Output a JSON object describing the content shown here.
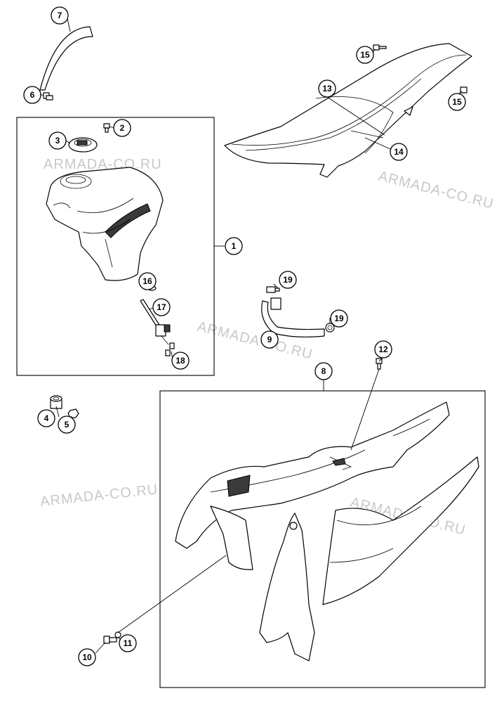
{
  "watermark_text": "ARMADA-CO.RU",
  "callouts": [
    {
      "id": "1",
      "label": "1"
    },
    {
      "id": "2",
      "label": "2"
    },
    {
      "id": "3",
      "label": "3"
    },
    {
      "id": "4",
      "label": "4"
    },
    {
      "id": "5",
      "label": "5"
    },
    {
      "id": "6",
      "label": "6"
    },
    {
      "id": "7",
      "label": "7"
    },
    {
      "id": "8",
      "label": "8"
    },
    {
      "id": "9",
      "label": "9"
    },
    {
      "id": "10",
      "label": "10"
    },
    {
      "id": "11",
      "label": "11"
    },
    {
      "id": "12",
      "label": "12"
    },
    {
      "id": "13",
      "label": "13"
    },
    {
      "id": "14",
      "label": "14"
    },
    {
      "id": "15a",
      "label": "15"
    },
    {
      "id": "15b",
      "label": "15"
    },
    {
      "id": "16",
      "label": "16"
    },
    {
      "id": "17",
      "label": "17"
    },
    {
      "id": "18",
      "label": "18"
    },
    {
      "id": "19a",
      "label": "19"
    },
    {
      "id": "19b",
      "label": "19"
    }
  ]
}
